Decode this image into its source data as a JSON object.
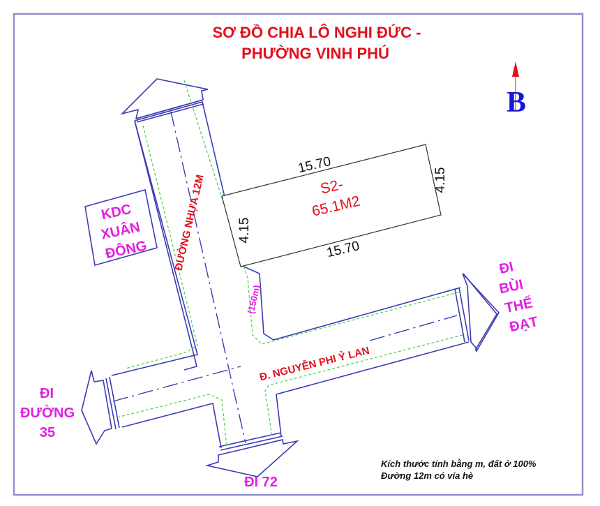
{
  "title": {
    "line1": "SƠ ĐỒ CHIA LÔ  NGHI ĐỨC -",
    "line2": "PHƯỜNG VINH PHÚ"
  },
  "north_arrow": {
    "label": "B",
    "arrow_color": "#e3101e",
    "label_color": "#1616d8"
  },
  "lot": {
    "id_label": "S2-",
    "area_label": "65.1M2",
    "dim_top": "15.70",
    "dim_bottom": "15.70",
    "dim_left": "4.15",
    "dim_right": "4.15"
  },
  "roads": {
    "vertical_label": "ĐƯỜNG NHỰA 12M",
    "horizontal_label": "Đ. NGUYỄN PHI Ỷ LAN",
    "distance_label": "(150m)"
  },
  "neighbors": {
    "kdc": [
      "KDC",
      "XUÂN",
      "ĐÔNG"
    ]
  },
  "directions": {
    "east": [
      "ĐI",
      "BÙI",
      "THẾ",
      "ĐẠT"
    ],
    "west": [
      "ĐI",
      "ĐƯỜNG",
      "35"
    ],
    "south": "ĐI 72"
  },
  "notes": {
    "line1": "Kích thước tính bằng m, đất ở 100%",
    "line2": "Đường 12m có vỉa hè"
  },
  "colors": {
    "title_red": "#e3101e",
    "road_edge_blue": "#3b3bb5",
    "sidewalk_green": "#3ed24a",
    "label_magenta": "#e21ee0",
    "frame_purple": "#8f8fcf"
  }
}
